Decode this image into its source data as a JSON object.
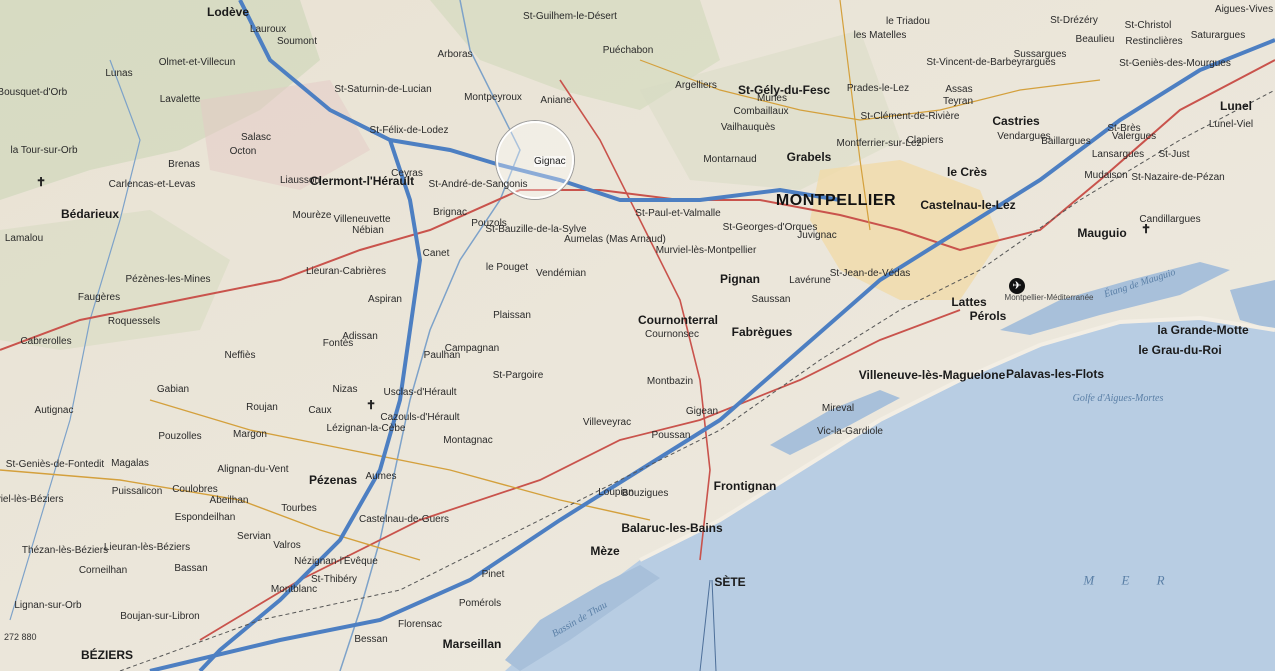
{
  "map": {
    "focus_place": "Gignac",
    "scale_note": "272 880",
    "sea_label": "M E R",
    "water_labels": [
      {
        "id": "etang-mauguio",
        "text": "Étang de Mauguio"
      },
      {
        "id": "golfe",
        "text": "Golfe d'Aigues-Mortes"
      },
      {
        "id": "bassin-thau",
        "text": "Bassin de Thau"
      }
    ],
    "places": [
      {
        "id": "montpellier",
        "text": "MONTPELLIER",
        "tier": "t1"
      },
      {
        "id": "sete",
        "text": "SÈTE",
        "tier": "t2"
      },
      {
        "id": "beziers",
        "text": "BÉZIERS",
        "tier": "t2"
      },
      {
        "id": "lodeve",
        "text": "Lodève",
        "tier": "t2"
      },
      {
        "id": "lunel",
        "text": "Lunel",
        "tier": "t2"
      },
      {
        "id": "clermont",
        "text": "Clermont-l'Hérault",
        "tier": "t2"
      },
      {
        "id": "bedarieux",
        "text": "Bédarieux",
        "tier": "t2"
      },
      {
        "id": "pezenas",
        "text": "Pézenas",
        "tier": "t2"
      },
      {
        "id": "frontignan",
        "text": "Frontignan",
        "tier": "t2"
      },
      {
        "id": "balaruc",
        "text": "Balaruc-les-Bains",
        "tier": "t2"
      },
      {
        "id": "meze",
        "text": "Mèze",
        "tier": "t2"
      },
      {
        "id": "marseillan",
        "text": "Marseillan",
        "tier": "t2"
      },
      {
        "id": "grabels",
        "text": "Grabels",
        "tier": "t2"
      },
      {
        "id": "st-gely",
        "text": "St-Gély-du-Fesc",
        "tier": "t2"
      },
      {
        "id": "castelnau",
        "text": "Castelnau-le-Lez",
        "tier": "t2"
      },
      {
        "id": "lecres",
        "text": "le Crès",
        "tier": "t2"
      },
      {
        "id": "castries",
        "text": "Castries",
        "tier": "t2"
      },
      {
        "id": "mauguio",
        "text": "Mauguio",
        "tier": "t2"
      },
      {
        "id": "lattes",
        "text": "Lattes",
        "tier": "t2"
      },
      {
        "id": "perols",
        "text": "Pérols",
        "tier": "t2"
      },
      {
        "id": "palavas",
        "text": "Palavas-les-Flots",
        "tier": "t2"
      },
      {
        "id": "villeneuve",
        "text": "Villeneuve-lès-Maguelone",
        "tier": "t2"
      },
      {
        "id": "pignan",
        "text": "Pignan",
        "tier": "t2"
      },
      {
        "id": "fabregues",
        "text": "Fabrègues",
        "tier": "t2"
      },
      {
        "id": "cournonterral",
        "text": "Cournonterral",
        "tier": "t2"
      },
      {
        "id": "grande-motte",
        "text": "la Grande-Motte",
        "tier": "t2"
      },
      {
        "id": "grau-du-roi",
        "text": "le Grau-du-Roi",
        "tier": "t2"
      },
      {
        "id": "st-jean-vedas",
        "text": "St-Jean-de-Védas",
        "tier": "t3"
      },
      {
        "id": "juvignac",
        "text": "Juvignac",
        "tier": "t3"
      },
      {
        "id": "st-georges",
        "text": "St-Georges-d'Orques",
        "tier": "t3"
      },
      {
        "id": "murviel",
        "text": "Murviel-lès-Montpellier",
        "tier": "t3"
      },
      {
        "id": "montarnaud",
        "text": "Montarnaud",
        "tier": "t3"
      },
      {
        "id": "aniane",
        "text": "Aniane",
        "tier": "t3"
      },
      {
        "id": "st-andre",
        "text": "St-André-de-Sangonis",
        "tier": "t3"
      },
      {
        "id": "montpeyroux",
        "text": "Montpeyroux",
        "tier": "t3"
      },
      {
        "id": "arboras",
        "text": "Arboras",
        "tier": "t3"
      },
      {
        "id": "st-guilhem",
        "text": "St-Guilhem-le-Désert",
        "tier": "t3"
      },
      {
        "id": "puechabon",
        "text": "Puéchabon",
        "tier": "t3"
      },
      {
        "id": "argelliers",
        "text": "Argelliers",
        "tier": "t3"
      },
      {
        "id": "aumelas",
        "text": "Aumelas (Mas Arnaud)",
        "tier": "t3"
      },
      {
        "id": "le-pouget",
        "text": "le Pouget",
        "tier": "t3"
      },
      {
        "id": "vendemian",
        "text": "Vendémian",
        "tier": "t3"
      },
      {
        "id": "paulhan",
        "text": "Paulhan",
        "tier": "t3"
      },
      {
        "id": "aspiran",
        "text": "Aspiran",
        "tier": "t3"
      },
      {
        "id": "canet",
        "text": "Canet",
        "tier": "t3"
      },
      {
        "id": "st-pargoire",
        "text": "St-Pargoire",
        "tier": "t3"
      },
      {
        "id": "montagnac",
        "text": "Montagnac",
        "tier": "t3"
      },
      {
        "id": "villeveyrac",
        "text": "Villeveyrac",
        "tier": "t3"
      },
      {
        "id": "montbazin",
        "text": "Montbazin",
        "tier": "t3"
      },
      {
        "id": "gigean",
        "text": "Gigean",
        "tier": "t3"
      },
      {
        "id": "poussan",
        "text": "Poussan",
        "tier": "t3"
      },
      {
        "id": "bouzigues",
        "text": "Bouzigues",
        "tier": "t3"
      },
      {
        "id": "loupian",
        "text": "Loupian",
        "tier": "t3"
      },
      {
        "id": "mireval",
        "text": "Mireval",
        "tier": "t3"
      },
      {
        "id": "vic",
        "text": "Vic-la-Gardiole",
        "tier": "t3"
      },
      {
        "id": "saussan",
        "text": "Saussan",
        "tier": "t3"
      },
      {
        "id": "laverune",
        "text": "Lavérune",
        "tier": "t3"
      },
      {
        "id": "cournonsec",
        "text": "Cournonsec",
        "tier": "t3"
      },
      {
        "id": "nebian",
        "text": "Nébian",
        "tier": "t3"
      },
      {
        "id": "villeneuvette",
        "text": "Villeneuvette",
        "tier": "t3"
      },
      {
        "id": "mureze",
        "text": "Mourèze",
        "tier": "t3"
      },
      {
        "id": "lieuran",
        "text": "Lieuran-Cabrières",
        "tier": "t3"
      },
      {
        "id": "neffies",
        "text": "Neffiès",
        "tier": "t3"
      },
      {
        "id": "roujan",
        "text": "Roujan",
        "tier": "t3"
      },
      {
        "id": "caux",
        "text": "Caux",
        "tier": "t3"
      },
      {
        "id": "nizas",
        "text": "Nizas",
        "tier": "t3"
      },
      {
        "id": "lezignan",
        "text": "Lézignan-la-Cèbe",
        "tier": "t3"
      },
      {
        "id": "gabian",
        "text": "Gabian",
        "tier": "t3"
      },
      {
        "id": "margon",
        "text": "Margon",
        "tier": "t3"
      },
      {
        "id": "alignan",
        "text": "Alignan-du-Vent",
        "tier": "t3"
      },
      {
        "id": "tourbes",
        "text": "Tourbes",
        "tier": "t3"
      },
      {
        "id": "abeilhan",
        "text": "Abeilhan",
        "tier": "t3"
      },
      {
        "id": "servian",
        "text": "Servian",
        "tier": "t3"
      },
      {
        "id": "valros",
        "text": "Valros",
        "tier": "t3"
      },
      {
        "id": "bassan",
        "text": "Bassan",
        "tier": "t3"
      },
      {
        "id": "montblanc",
        "text": "Montblanc",
        "tier": "t3"
      },
      {
        "id": "st-thibery",
        "text": "St-Thibéry",
        "tier": "t3"
      },
      {
        "id": "nezignan",
        "text": "Nézignan-l'Évêque",
        "tier": "t3"
      },
      {
        "id": "florensac",
        "text": "Florensac",
        "tier": "t3"
      },
      {
        "id": "pinet",
        "text": "Pinet",
        "tier": "t3"
      },
      {
        "id": "pomerols",
        "text": "Pomérols",
        "tier": "t3"
      },
      {
        "id": "bessan",
        "text": "Bessan",
        "tier": "t3"
      },
      {
        "id": "aumes",
        "text": "Aumes",
        "tier": "t3"
      },
      {
        "id": "castelnau-guers",
        "text": "Castelnau-de-Guers",
        "tier": "t3"
      },
      {
        "id": "cazouls",
        "text": "Cazouls-d'Hérault",
        "tier": "t3"
      },
      {
        "id": "usclas",
        "text": "Usclas-d'Hérault",
        "tier": "t3"
      },
      {
        "id": "plaissan",
        "text": "Plaissan",
        "tier": "t3"
      },
      {
        "id": "campagnan",
        "text": "Campagnan",
        "tier": "t3"
      },
      {
        "id": "adissan",
        "text": "Adissan",
        "tier": "t3"
      },
      {
        "id": "fontes",
        "text": "Fontès",
        "tier": "t3"
      },
      {
        "id": "pezenes",
        "text": "Pézènes-les-Mines",
        "tier": "t3"
      },
      {
        "id": "faugeres",
        "text": "Faugères",
        "tier": "t3"
      },
      {
        "id": "roquessels",
        "text": "Roquessels",
        "tier": "t3"
      },
      {
        "id": "autignac",
        "text": "Autignac",
        "tier": "t3"
      },
      {
        "id": "magalas",
        "text": "Magalas",
        "tier": "t3"
      },
      {
        "id": "pouzolles",
        "text": "Pouzolles",
        "tier": "t3"
      },
      {
        "id": "coulobres",
        "text": "Coulobres",
        "tier": "t3"
      },
      {
        "id": "espondeilhan",
        "text": "Espondeilhan",
        "tier": "t3"
      },
      {
        "id": "puissalicon",
        "text": "Puissalicon",
        "tier": "t3"
      },
      {
        "id": "lieuran-beziers",
        "text": "Lieuran-lès-Béziers",
        "tier": "t3"
      },
      {
        "id": "cornelhan",
        "text": "Corneilhan",
        "tier": "t3"
      },
      {
        "id": "thezan",
        "text": "Thézan-lès-Béziers",
        "tier": "t3"
      },
      {
        "id": "lignan",
        "text": "Lignan-sur-Orb",
        "tier": "t3"
      },
      {
        "id": "boujan",
        "text": "Boujan-sur-Libron",
        "tier": "t3"
      },
      {
        "id": "lauret",
        "text": "Lauroux",
        "tier": "t3"
      },
      {
        "id": "soumont",
        "text": "Soumont",
        "tier": "t3"
      },
      {
        "id": "olmet",
        "text": "Olmet-et-Villecun",
        "tier": "t3"
      },
      {
        "id": "lunas",
        "text": "Lunas",
        "tier": "t3"
      },
      {
        "id": "lavalette",
        "text": "Lavalette",
        "tier": "t3"
      },
      {
        "id": "octon",
        "text": "Octon",
        "tier": "t3"
      },
      {
        "id": "salasc",
        "text": "Salasc",
        "tier": "t3"
      },
      {
        "id": "liausson",
        "text": "Liausson",
        "tier": "t3"
      },
      {
        "id": "carlencas",
        "text": "Carlencas-et-Levas",
        "tier": "t3"
      },
      {
        "id": "brenas",
        "text": "Brenas",
        "tier": "t3"
      },
      {
        "id": "st-saturnin",
        "text": "St-Saturnin-de-Lucian",
        "tier": "t3"
      },
      {
        "id": "st-felix",
        "text": "St-Félix-de-Lodez",
        "tier": "t3"
      },
      {
        "id": "ceyras",
        "text": "Ceyras",
        "tier": "t3"
      },
      {
        "id": "brignac",
        "text": "Brignac",
        "tier": "t3"
      },
      {
        "id": "pouzols",
        "text": "Pouzols",
        "tier": "t3"
      },
      {
        "id": "st-bauzille",
        "text": "St-Bauzille-de-la-Sylve",
        "tier": "t3"
      },
      {
        "id": "st-paul",
        "text": "St-Paul-et-Valmalle",
        "tier": "t3"
      },
      {
        "id": "vailhauques",
        "text": "Vailhauquès",
        "tier": "t3"
      },
      {
        "id": "combaillaux",
        "text": "Combaillaux",
        "tier": "t3"
      },
      {
        "id": "murles",
        "text": "Murles",
        "tier": "t3"
      },
      {
        "id": "prades",
        "text": "Prades-le-Lez",
        "tier": "t3"
      },
      {
        "id": "clapiers",
        "text": "Clapiers",
        "tier": "t3"
      },
      {
        "id": "montferrier",
        "text": "Montferrier-sur-Lez",
        "tier": "t3"
      },
      {
        "id": "assas",
        "text": "Assas",
        "tier": "t3"
      },
      {
        "id": "teyran",
        "text": "Teyran",
        "tier": "t3"
      },
      {
        "id": "vendargues",
        "text": "Vendargues",
        "tier": "t3"
      },
      {
        "id": "st-bres",
        "text": "St-Brès",
        "tier": "t3"
      },
      {
        "id": "valergues",
        "text": "Valergues",
        "tier": "t3"
      },
      {
        "id": "lunel-viel",
        "text": "Lunel-Viel",
        "tier": "t3"
      },
      {
        "id": "st-just",
        "text": "St-Just",
        "tier": "t3"
      },
      {
        "id": "lansargues",
        "text": "Lansargues",
        "tier": "t3"
      },
      {
        "id": "mudaison",
        "text": "Mudaison",
        "tier": "t3"
      },
      {
        "id": "candillargues",
        "text": "Candillargues",
        "tier": "t3"
      },
      {
        "id": "st-nazaire",
        "text": "St-Nazaire-de-Pézan",
        "tier": "t3"
      },
      {
        "id": "baillargues",
        "text": "Baillargues",
        "tier": "t3"
      },
      {
        "id": "sussargues",
        "text": "Sussargues",
        "tier": "t3"
      },
      {
        "id": "beaulieu",
        "text": "Beaulieu",
        "tier": "t3"
      },
      {
        "id": "restinclieres",
        "text": "Restinclières",
        "tier": "t3"
      },
      {
        "id": "st-christol",
        "text": "St-Christol",
        "tier": "t3"
      },
      {
        "id": "st-genies",
        "text": "St-Geniès-des-Mourgues",
        "tier": "t3"
      },
      {
        "id": "saturargues",
        "text": "Saturargues",
        "tier": "t3"
      },
      {
        "id": "aigues-vives",
        "text": "Aigues-Vives",
        "tier": "t3"
      },
      {
        "id": "st-drezery",
        "text": "St-Drézéry",
        "tier": "t3"
      },
      {
        "id": "st-vincent",
        "text": "St-Vincent-de-Barbeyrargues",
        "tier": "t3"
      },
      {
        "id": "st-clement",
        "text": "St-Clément-de-Rivière",
        "tier": "t3"
      },
      {
        "id": "les-matelles",
        "text": "les Matelles",
        "tier": "t3"
      },
      {
        "id": "le-triadou",
        "text": "le Triadou",
        "tier": "t3"
      },
      {
        "id": "mtpl-airport",
        "text": "Montpellier-Méditerranée",
        "tier": "t4"
      },
      {
        "id": "port-barcares",
        "text": "St-Geniès-de-Fontedit",
        "tier": "t3"
      },
      {
        "id": "murviel-beziers",
        "text": "Murviel-lès-Béziers",
        "tier": "t3"
      },
      {
        "id": "cabrerolles",
        "text": "Cabrerolles",
        "tier": "t3"
      },
      {
        "id": "la-tour",
        "text": "la Tour-sur-Orb",
        "tier": "t3"
      },
      {
        "id": "le-bousquet",
        "text": "le Bousquet-d'Orb",
        "tier": "t3"
      },
      {
        "id": "lamalou",
        "text": "Lamalou",
        "tier": "t3"
      }
    ]
  }
}
